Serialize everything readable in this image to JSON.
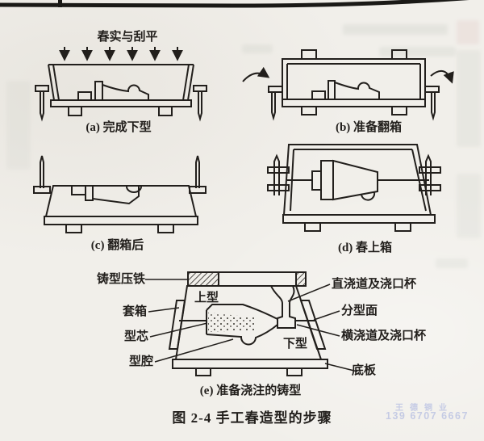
{
  "figure": {
    "top_annotation": "春实与刮平",
    "captions": {
      "a": "(a) 完成下型",
      "b": "(b) 准备翻箱",
      "c": "(c) 翻箱后",
      "d": "(d) 春上箱",
      "e": "(e) 准备浇注的铸型"
    },
    "labels": {
      "weight": "铸型压铁",
      "jacket": "套箱",
      "core": "型芯",
      "cavity": "型腔",
      "cope": "上型",
      "drag": "下型",
      "sprue": "直浇道及浇口杯",
      "parting_surface": "分型面",
      "runner": "横浇道及浇口杯",
      "base_board": "底板"
    },
    "figure_caption": "图 2-4  手工春造型的步骤",
    "ink_color": "#221f1c",
    "paper_color": "#f1efea"
  },
  "watermark": {
    "line1": "王德铜业",
    "line2": "139 6707 6667",
    "color": "#a9b4e0"
  }
}
